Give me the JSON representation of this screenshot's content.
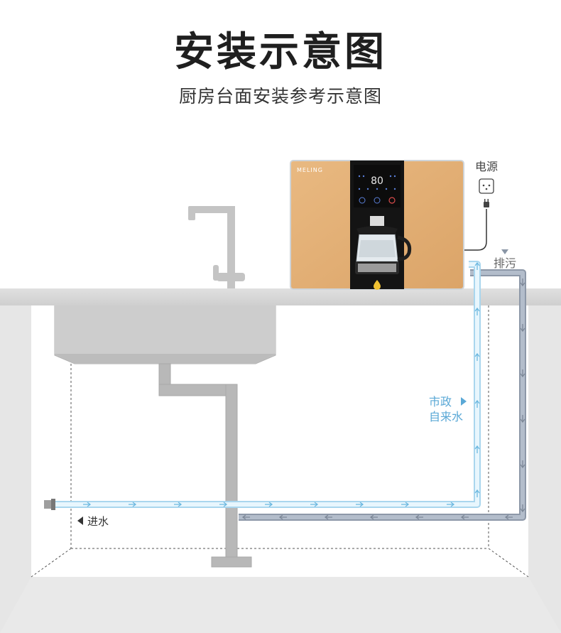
{
  "page": {
    "title": "安装示意图",
    "subtitle": "厨房台面安装参考示意图"
  },
  "device": {
    "brand": "MELING",
    "display_value": "80",
    "body_color": "#e3ae74",
    "panel_color": "#111111"
  },
  "labels": {
    "power": "电源",
    "drain": "排污",
    "tap_water_line1": "市政",
    "tap_water_line2": "自来水",
    "inlet": "进水"
  },
  "colors": {
    "inlet_pipe": "#bfe3f5",
    "drain_pipe": "#a3afc0",
    "label_blue": "#5aa8d6",
    "label_gray": "#666666",
    "sink_pipe": "#b8b8b8"
  },
  "icons": [
    "socket-icon",
    "plug-icon",
    "arrow-up-icon",
    "arrow-down-icon",
    "arrow-right-icon",
    "arrow-left-icon"
  ]
}
